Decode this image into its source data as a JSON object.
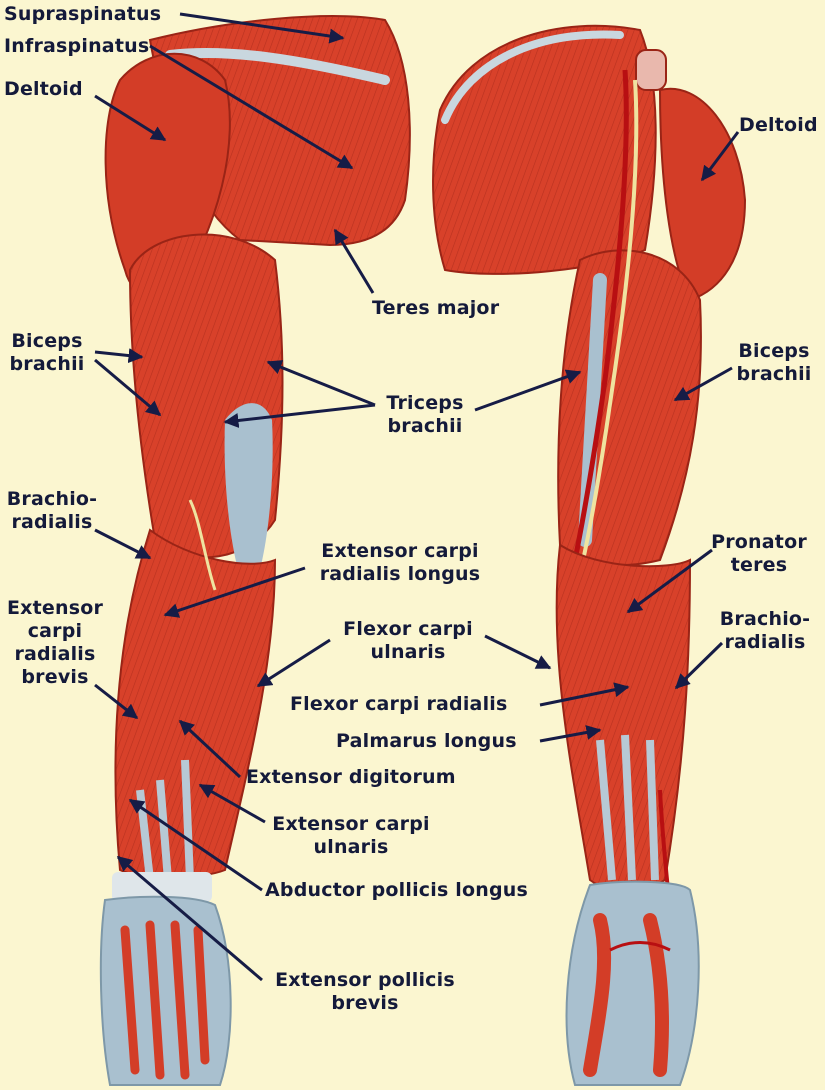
{
  "labels": {
    "supraspinatus": "Supraspinatus",
    "infraspinatus": "Infraspinatus",
    "deltoid_left": "Deltoid",
    "teres_major": "Teres major",
    "biceps_left": "Biceps\nbrachii",
    "triceps": "Triceps\nbrachii",
    "brachioradialis_left": "Brachio-\nradialis",
    "ecr_longus": "Extensor carpi\nradialis longus",
    "ecr_brevis": "Extensor\ncarpi\nradialis\nbrevis",
    "flexor_carpi_ulnaris": "Flexor carpi\nulnaris",
    "flexor_carpi_radialis": "Flexor carpi radialis",
    "palmarus_longus": "Palmarus longus",
    "extensor_digitorum": "Extensor digitorum",
    "extensor_carpi_ulnaris": "Extensor carpi\nulnaris",
    "abductor_pollicis_longus": "Abductor pollicis longus",
    "extensor_pollicis_brevis": "Extensor pollicis\nbrevis",
    "deltoid_right": "Deltoid",
    "biceps_right": "Biceps\nbrachii",
    "pronator_teres": "Pronator\nteres",
    "brachioradialis_right": "Brachio-\nradialis"
  },
  "colors": {
    "background": "#fbf6d0",
    "muscle": "#d8412a",
    "muscle_dark": "#a82818",
    "tendon": "#a9c0cf",
    "nerve": "#efe3a0",
    "artery": "#b80f12",
    "label": "#141a3a",
    "leader": "#161c46"
  }
}
